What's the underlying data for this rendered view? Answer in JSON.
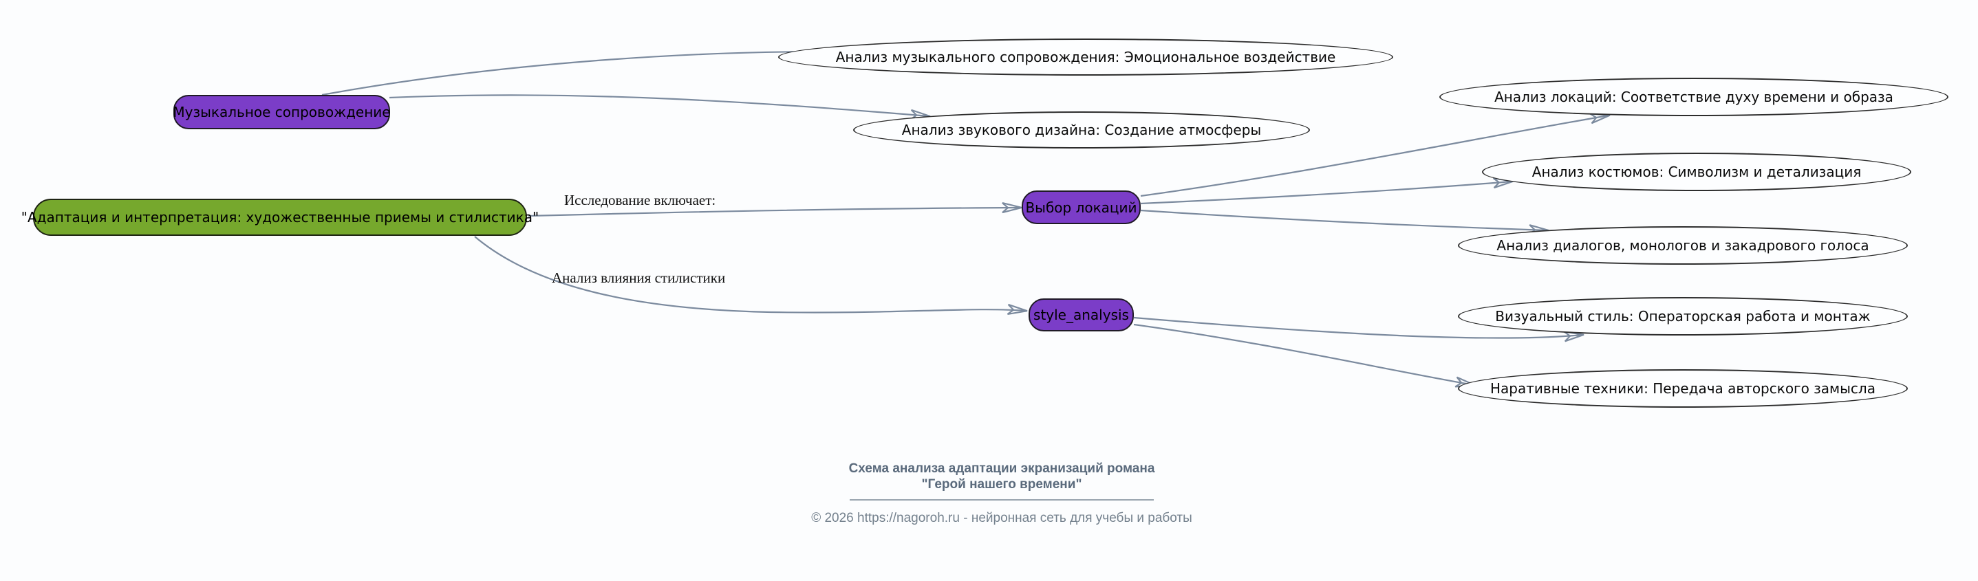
{
  "diagram": {
    "root_label": "\"Адаптация и интерпретация: художественные приемы и стилистика\"",
    "nodes": {
      "music_label": "Музыкальное сопровождение",
      "locations_label": "Выбор локаций",
      "style_label": "style_analysis"
    },
    "leaves": [
      {
        "label": "Анализ музыкального сопровождения: Эмоциональное воздействие"
      },
      {
        "label": "Анализ звукового дизайна: Создание атмосферы"
      },
      {
        "label": "Анализ локаций: Соответствие духу времени и образа"
      },
      {
        "label": "Анализ костюмов: Символизм и детализация"
      },
      {
        "label": "Анализ диалогов, монологов и закадрового голоса"
      },
      {
        "label": "Визуальный стиль: Операторская работа и монтаж"
      },
      {
        "label": "Наративные техники: Передача авторского замысла"
      }
    ],
    "edge_labels": {
      "research": "Исследование включает:",
      "style_influence": "Анализ влияния стилистики"
    },
    "colors": {
      "node_purple": "#7b3dc8",
      "node_green": "#76a82d",
      "edge": "#7b8a9e",
      "ellipse_border": "#2d2d2d",
      "footer_title": "#5a6a7c",
      "footer_copyright": "#74818d"
    }
  },
  "footer": {
    "title_line1": "Схема анализа адаптации экранизаций романа",
    "title_line2": "\"Герой нашего времени\"",
    "copyright": "© 2026 https://nagoroh.ru - нейронная сеть для учебы и работы"
  }
}
